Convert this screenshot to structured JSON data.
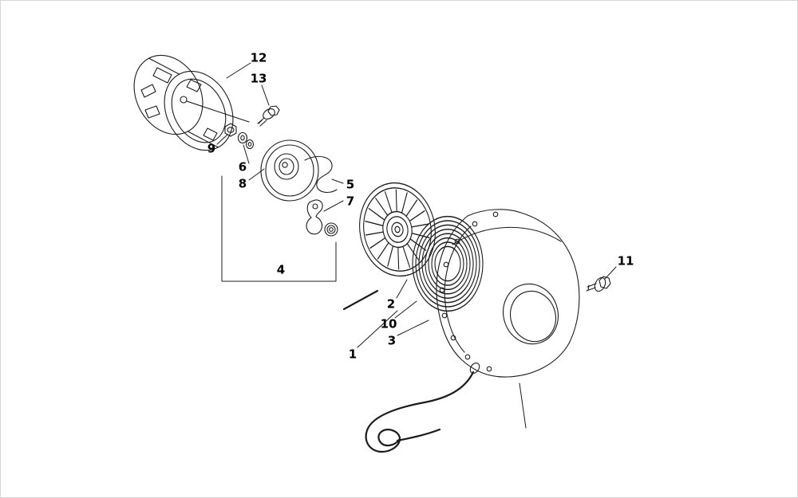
{
  "diagram": {
    "colors": {
      "background": "#ffffff",
      "line": "#1c1c1c",
      "label_text": "#000000"
    },
    "labels": {
      "n1": "1",
      "n2": "2",
      "n3": "3",
      "n4": "4",
      "n5": "5",
      "n6": "6",
      "n7": "7",
      "n8": "8",
      "n9": "9",
      "n10": "10",
      "n11": "11",
      "n12": "12",
      "n13": "13"
    }
  }
}
